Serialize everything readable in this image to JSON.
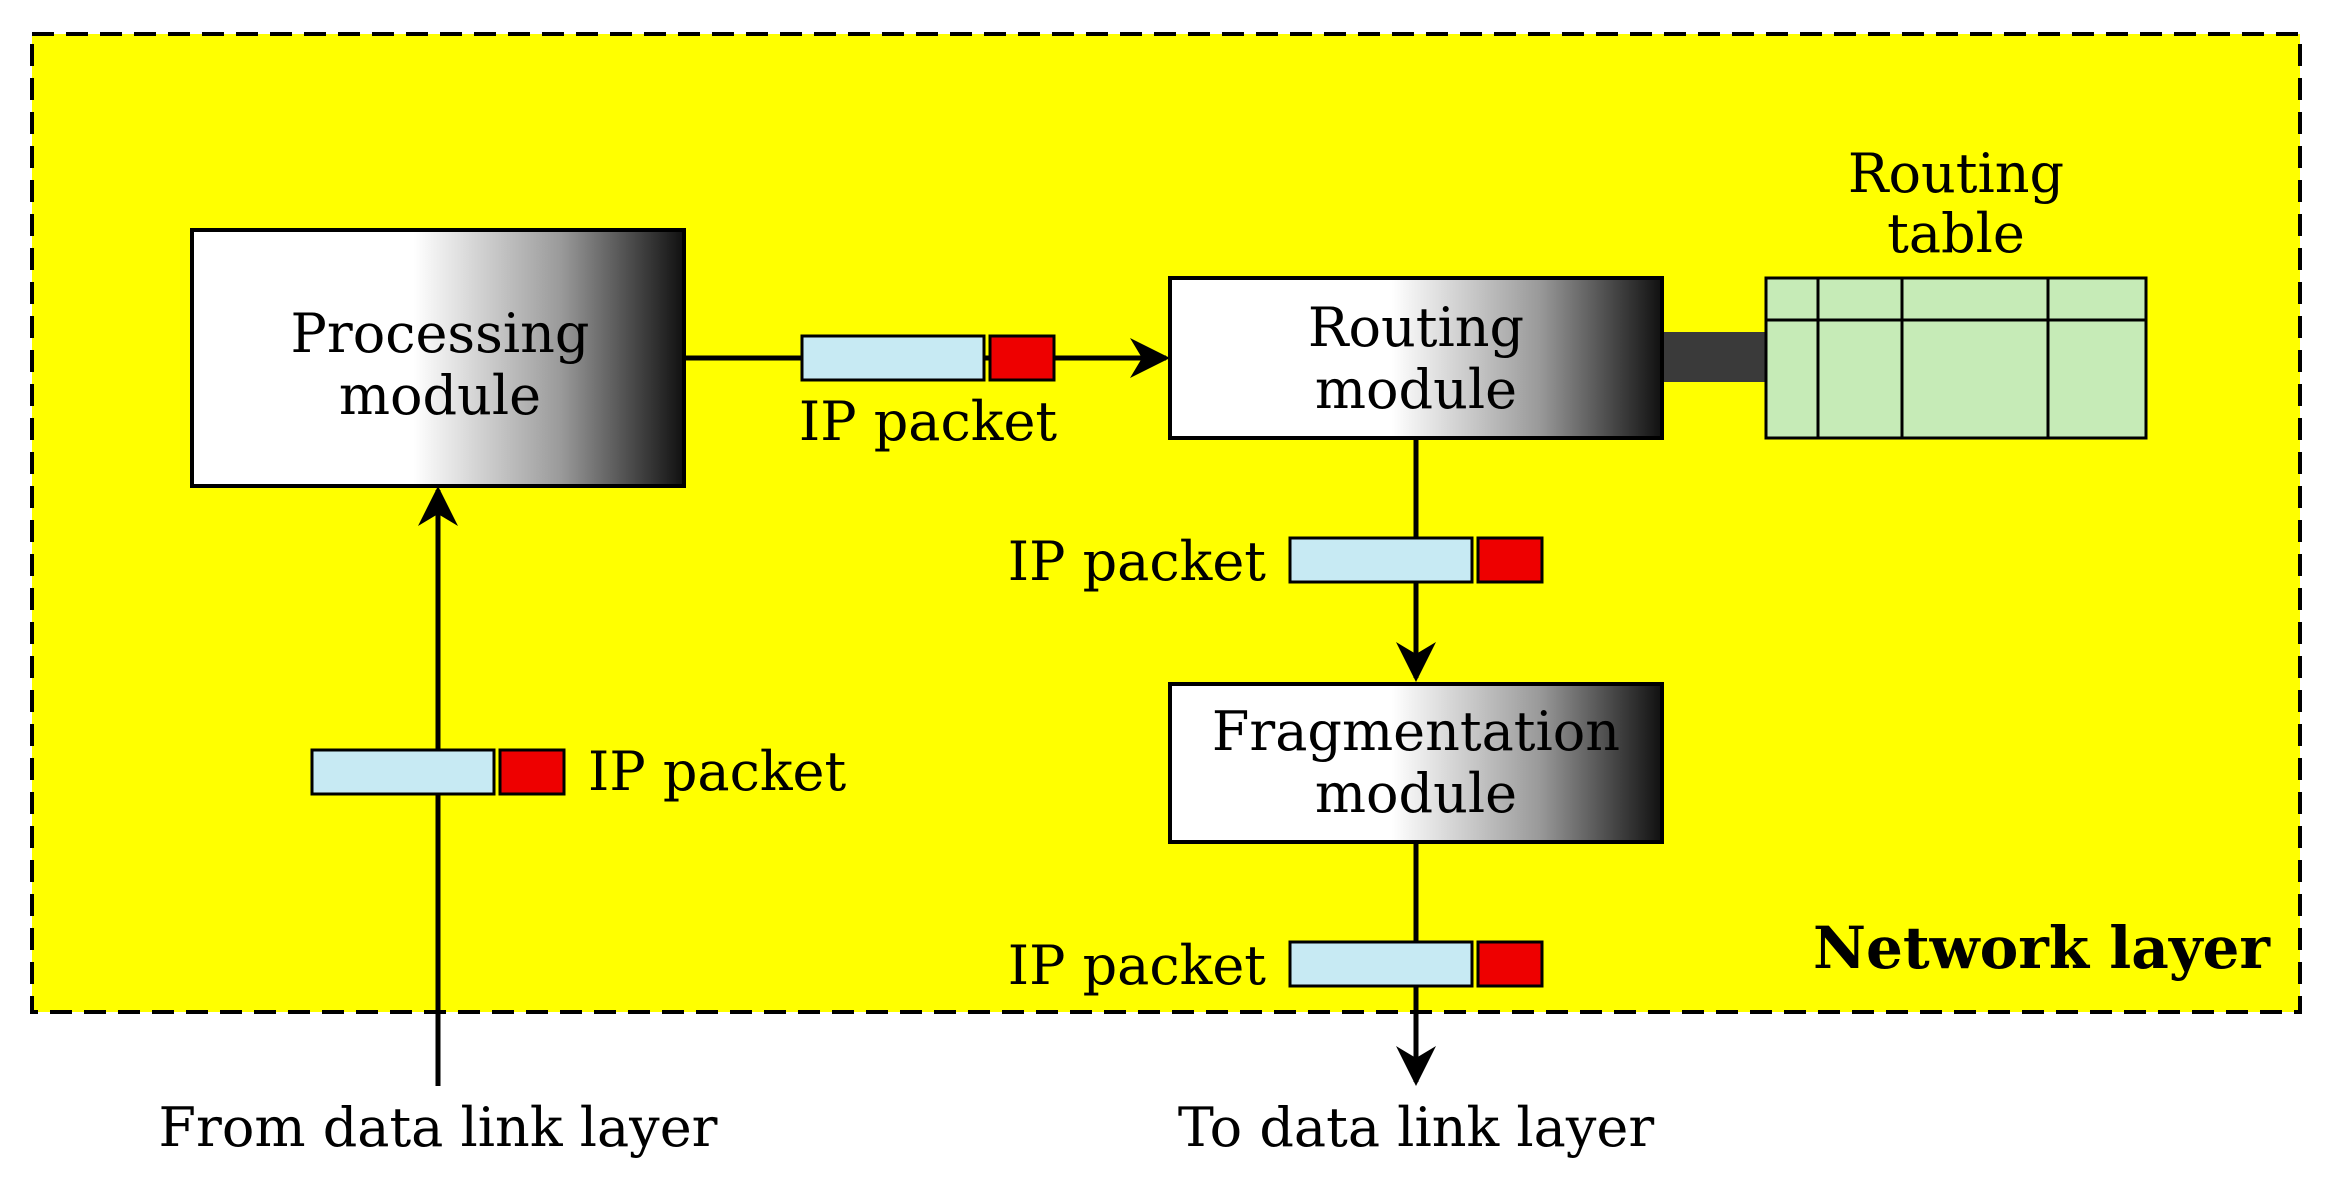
{
  "layer": {
    "label": "Network layer",
    "fill": "#ffff00"
  },
  "modules": {
    "processing": {
      "line1": "Processing",
      "line2": "module"
    },
    "routing": {
      "line1": "Routing",
      "line2": "module"
    },
    "fragmentation": {
      "line1": "Fragmentation",
      "line2": "module"
    }
  },
  "routing_table": {
    "line1": "Routing",
    "line2": "table",
    "fill": "#c6ebb7"
  },
  "packets": {
    "label": "IP packet",
    "body_color": "#c7eaf3",
    "header_color": "#ee0000"
  },
  "external": {
    "from_label": "From data link layer",
    "to_label": "To data link layer"
  }
}
